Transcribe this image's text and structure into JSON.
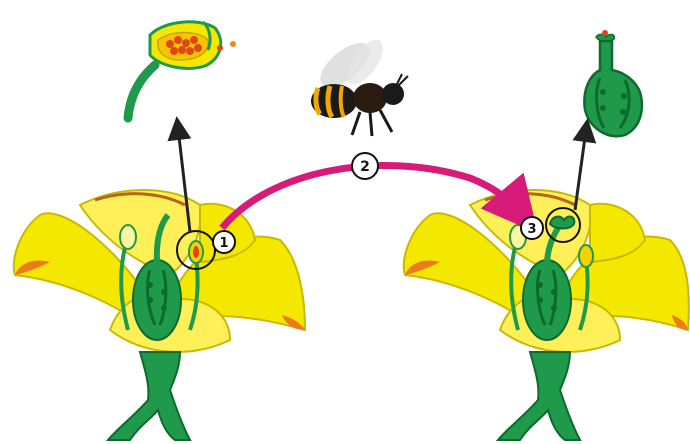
{
  "labels": {
    "step1": "1",
    "step2": "2",
    "step3": "3"
  },
  "colors": {
    "petal": "#f5e800",
    "petal_edge": "#d8c900",
    "petal_tip": "#ef7a1a",
    "stem": "#1f9a4a",
    "stem_dark": "#0d6a2c",
    "pollen": "#e0461c",
    "arrow_pollination": "#d81b7a",
    "arrow_pointer": "#222222"
  },
  "icons": [
    "bee-icon",
    "anther-with-pollen",
    "pistil-with-ovules",
    "flower-left",
    "flower-right"
  ]
}
